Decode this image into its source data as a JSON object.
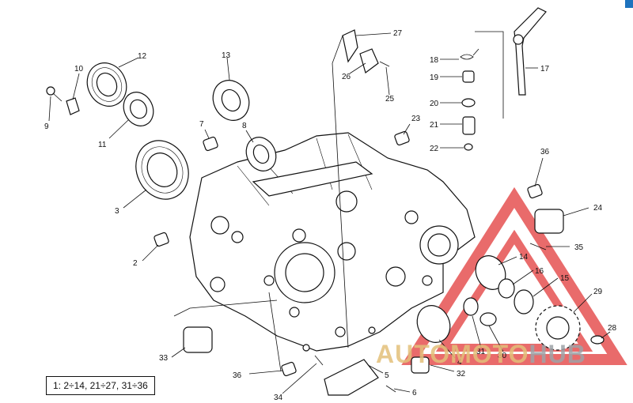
{
  "legend": "1: 2÷14, 21÷27, 31÷36",
  "watermark": {
    "part1": "AUTOMOTO",
    "part2": "HUB"
  },
  "colors": {
    "line": "#111111",
    "watermark_red": "#e23a3a",
    "watermark_gold": "#e3c07a",
    "watermark_gray": "#9ea3a8",
    "corner": "#1e73be"
  },
  "callouts": [
    "2",
    "3",
    "4",
    "5",
    "6",
    "7",
    "8",
    "9",
    "10",
    "11",
    "12",
    "13",
    "14",
    "15",
    "16",
    "17",
    "18",
    "19",
    "20",
    "21",
    "22",
    "23",
    "24",
    "25",
    "26",
    "27",
    "28",
    "29",
    "30",
    "31",
    "32",
    "33",
    "34",
    "35",
    "36",
    "36"
  ]
}
